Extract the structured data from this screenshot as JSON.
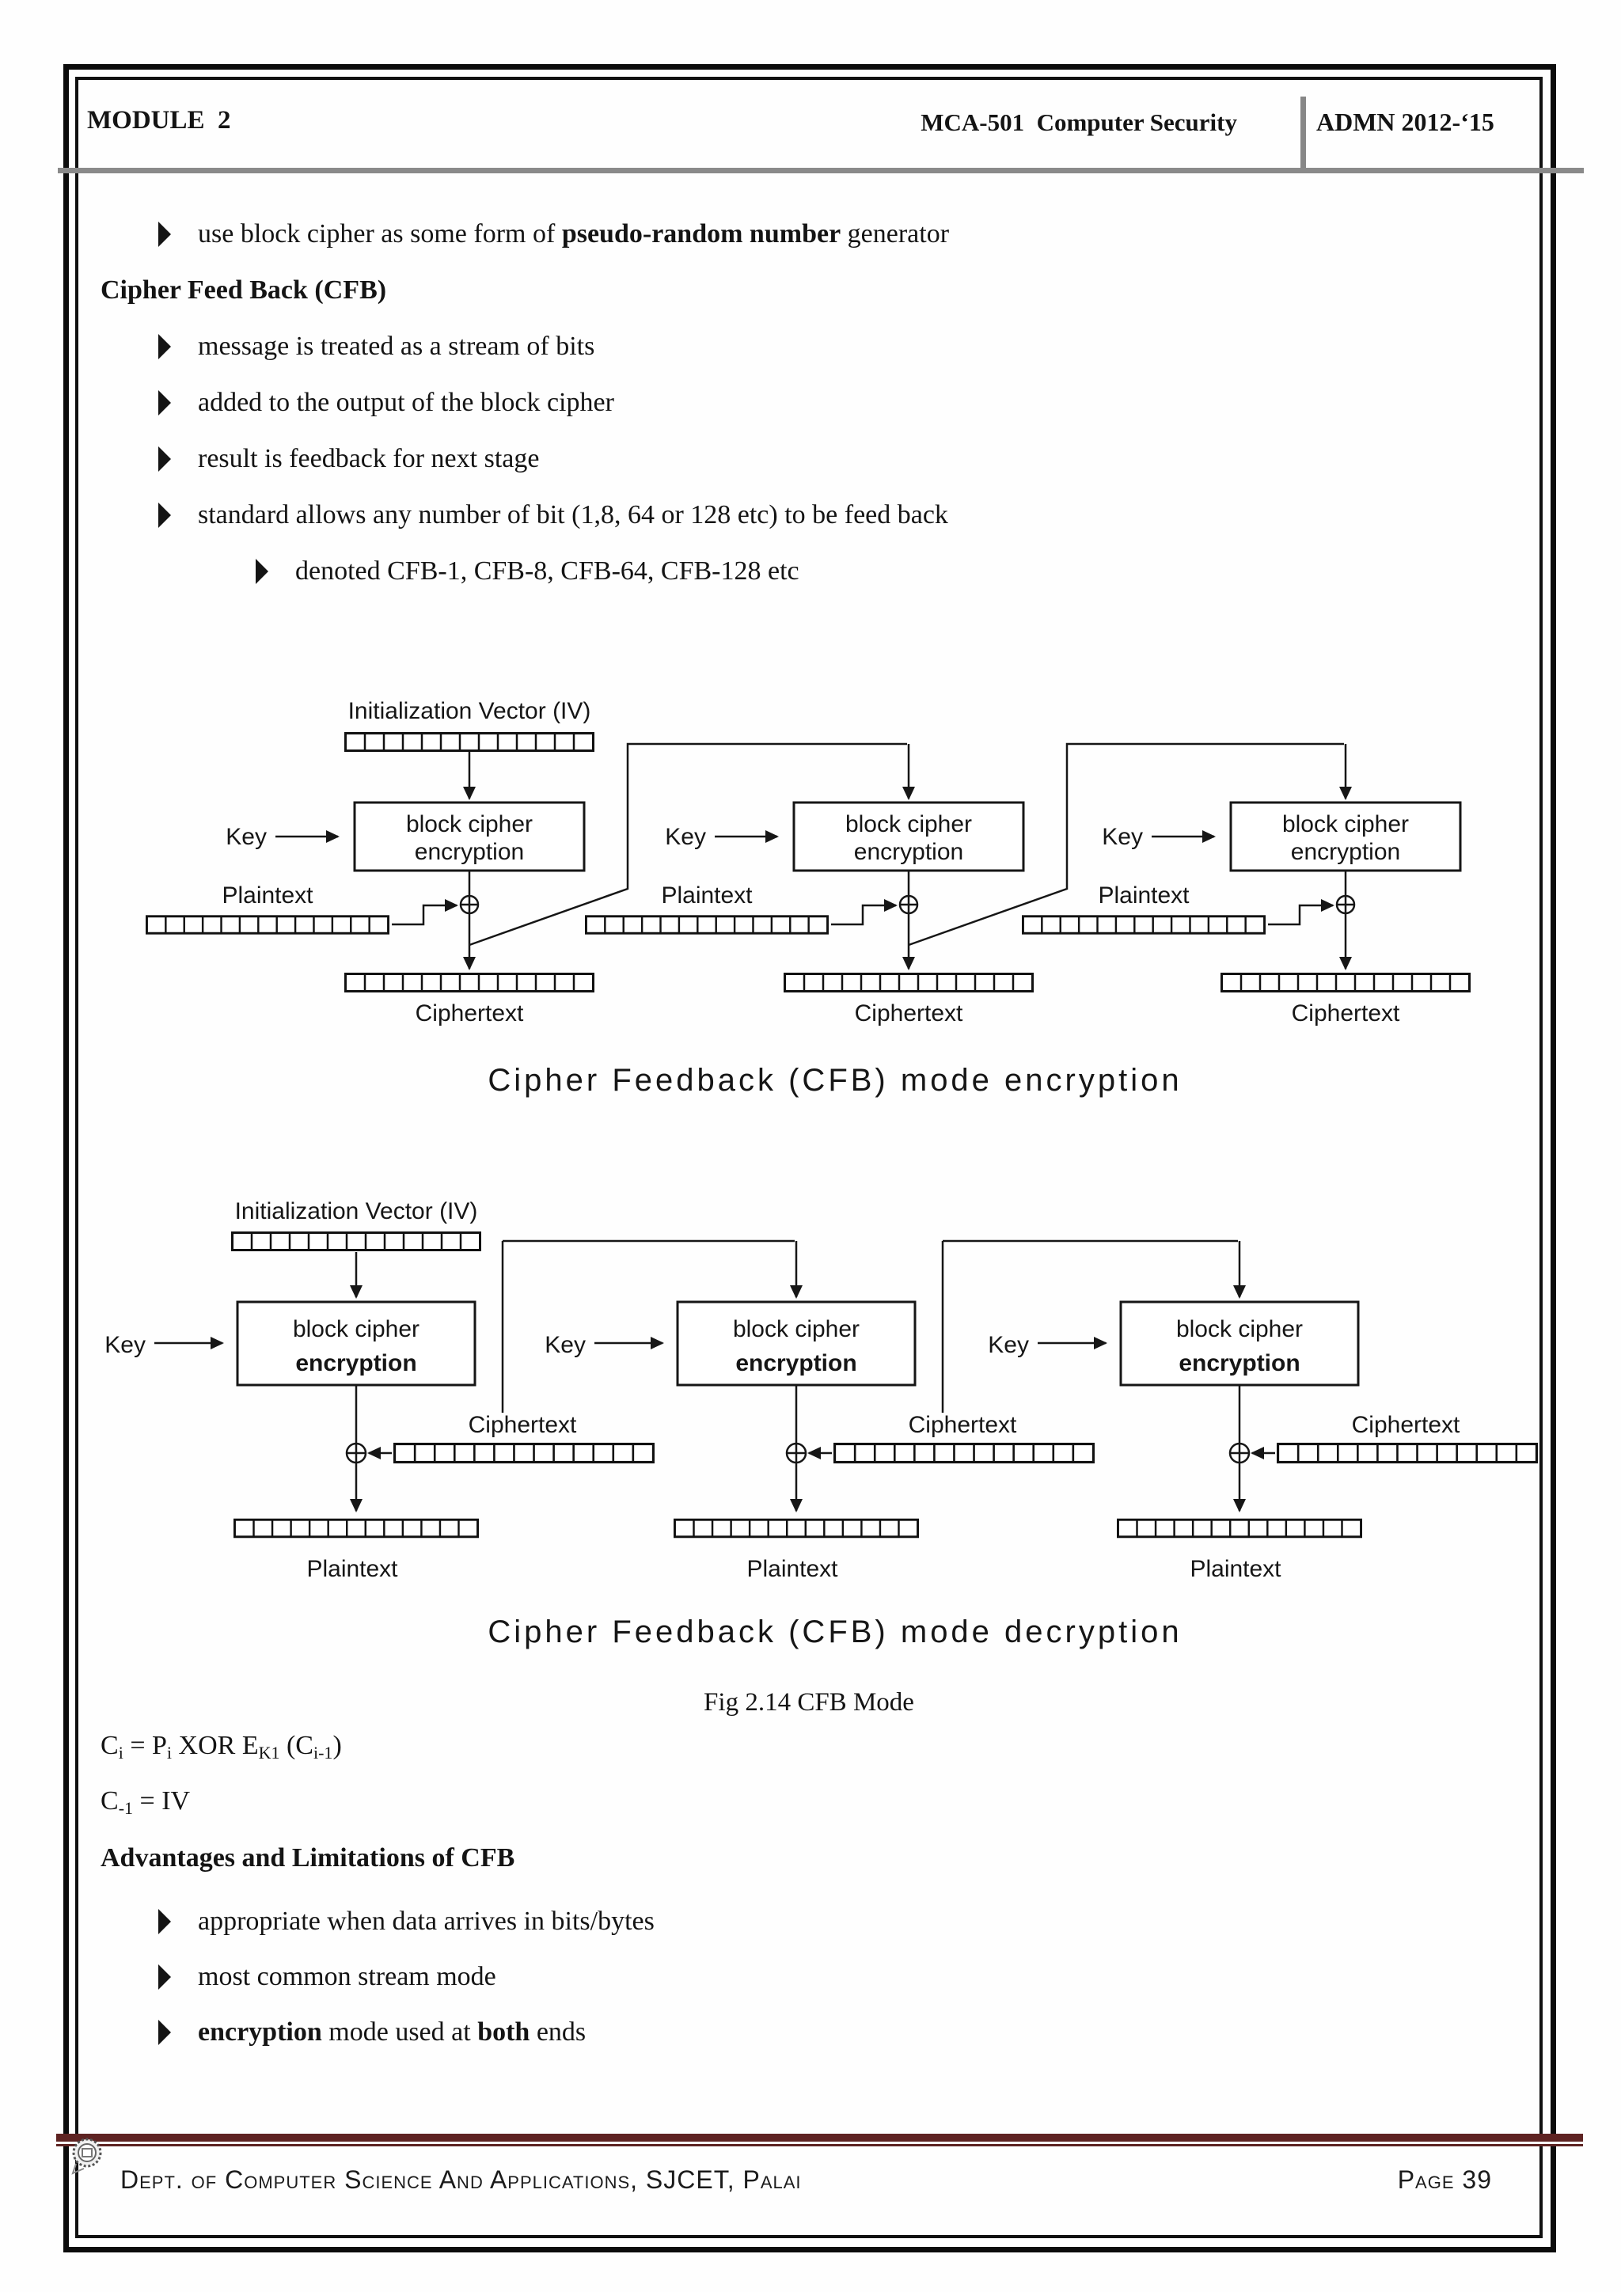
{
  "header": {
    "module": "MODULE  2",
    "course": "MCA-501  Computer Security",
    "admn": "ADMN 2012-‘15"
  },
  "content": {
    "bullet1": {
      "pre": "use block cipher as some form of ",
      "bold": "pseudo-random number",
      "post": " generator"
    },
    "heading_cfb": "Cipher Feed Back (CFB)",
    "bullet_msg": "message is treated as a stream of bits",
    "bullet_added": "added to the output of the block cipher",
    "bullet_result": "result is feedback for next stage",
    "bullet_standard": "standard allows any number of bit (1,8, 64 or 128 etc) to be feed back",
    "sub_bullet": "denoted CFB-1, CFB-8, CFB-64, CFB-128 etc",
    "fig_caption": "Fig 2.14 CFB Mode",
    "formula1": {
      "a": "C",
      "a_sub": "i",
      "b": " = P",
      "b_sub": "i",
      "c": " XOR E",
      "c_sub": "K1",
      "d": " (C",
      "d_sub": "i-1",
      "e": ")"
    },
    "formula2": {
      "a": "C",
      "a_sub": "-1",
      "b": " = IV"
    },
    "heading_adv": "Advantages and Limitations of CFB",
    "adv_bullet1": "appropriate when data arrives in bits/bytes",
    "adv_bullet2": "most common stream mode",
    "adv_bullet3": {
      "bold1": "encryption",
      "mid": " mode used at ",
      "bold2": "both",
      "post": " ends"
    }
  },
  "diagrams": {
    "encryption": {
      "iv": "Initialization Vector (IV)",
      "key": "Key",
      "box_top": "block cipher",
      "box_bottom": "encryption",
      "plaintext": "Plaintext",
      "ciphertext": "Ciphertext",
      "title": "Cipher Feedback (CFB) mode encryption"
    },
    "decryption": {
      "iv": "Initialization Vector (IV)",
      "key": "Key",
      "box_top": "block cipher",
      "box_bottom": "encryption",
      "plaintext": "Plaintext",
      "ciphertext": "Ciphertext",
      "title": "Cipher Feedback (CFB) mode decryption"
    }
  },
  "footer": {
    "dept": "Dept. of Computer Science And Applications, SJCET, Palai",
    "page": "Page 39"
  }
}
